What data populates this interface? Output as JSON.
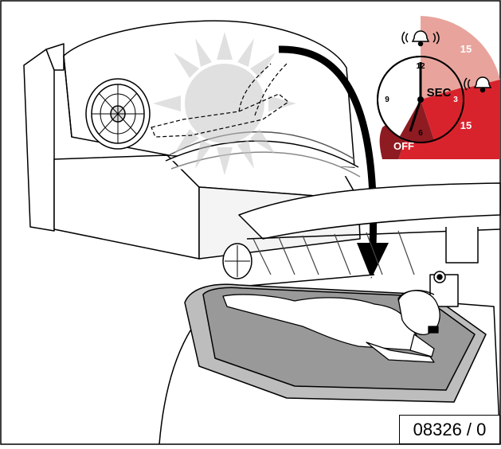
{
  "timer": {
    "label_center": "SEC",
    "label_upper_right": "15",
    "label_lower_right": "15",
    "label_off": "OFF",
    "dial_numbers": [
      "12",
      "3",
      "6",
      "9"
    ],
    "colors": {
      "upper_sector": "#e8a49c",
      "lower_sector": "#d8232d",
      "off_sector": "#8e1b22"
    }
  },
  "reference": {
    "code": "08326 / 0"
  },
  "icons": [
    "bell-icon",
    "fan-icon",
    "sun-icon",
    "curved-arrow-icon"
  ]
}
